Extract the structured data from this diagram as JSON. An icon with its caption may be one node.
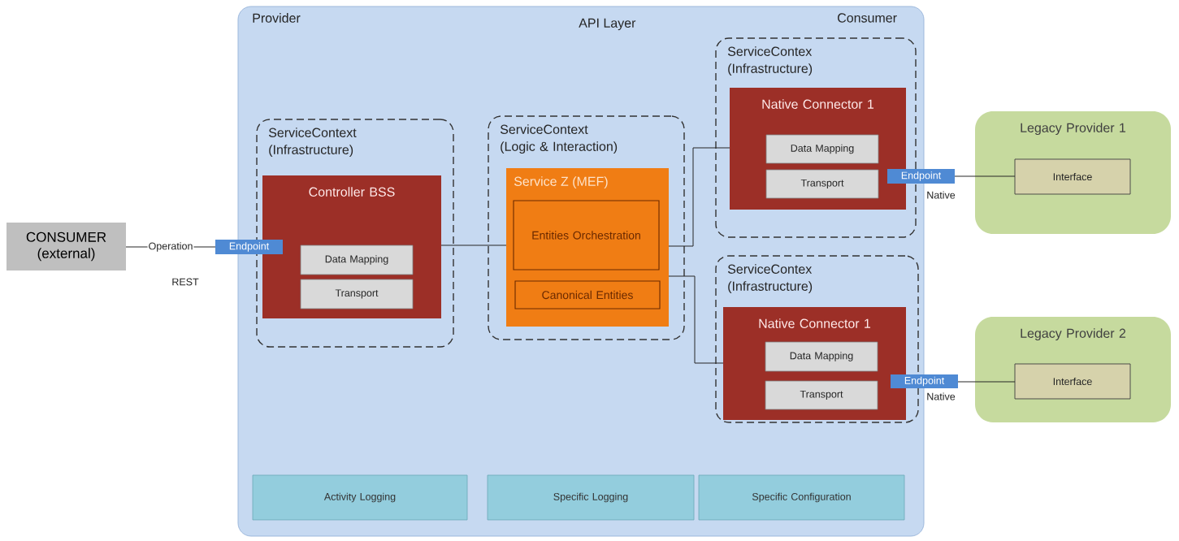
{
  "diagram": {
    "nodes": [
      {
        "text": [
          "CONSUMER (external)"
        ]
      },
      {
        "text": [
          "Provider",
          "API Layer",
          "Consumer"
        ]
      },
      {
        "text": [
          "ServiceContext (Infrastructure)"
        ],
        "in": 1
      },
      {
        "text": [
          "Controller BSS"
        ],
        "in": 2
      },
      {
        "text": [
          "Data Mapping"
        ],
        "in": 3
      },
      {
        "text": [
          "Transport"
        ],
        "in": 3
      },
      {
        "text": [
          "Endpoint"
        ]
      },
      {
        "text": [
          "ServiceContext (Logic & Interaction)"
        ],
        "in": 1
      },
      {
        "text": [
          "Service Z (MEF)"
        ],
        "in": 7
      },
      {
        "text": [
          "Entities Orchestration"
        ],
        "in": 8
      },
      {
        "text": [
          "Canonical Entities"
        ],
        "in": 8
      },
      {
        "text": [
          "ServiceContex (Infrastructure)"
        ],
        "in": 1
      },
      {
        "text": [
          "Native Connector 1"
        ],
        "in": 11
      },
      {
        "text": [
          "Data Mapping"
        ],
        "in": 12
      },
      {
        "text": [
          "Transport"
        ],
        "in": 12
      },
      {
        "text": [
          "Endpoint"
        ]
      },
      {
        "text": [
          "ServiceContex (Infrastructure)"
        ],
        "in": 1
      },
      {
        "text": [
          "Native Connector 1"
        ],
        "in": 16
      },
      {
        "text": [
          "Data Mapping"
        ],
        "in": 17
      },
      {
        "text": [
          "Transport"
        ],
        "in": 17
      },
      {
        "text": [
          "Endpoint"
        ]
      },
      {
        "text": [
          "Activity Logging"
        ],
        "in": 1
      },
      {
        "text": [
          "Specific Logging"
        ],
        "in": 1
      },
      {
        "text": [
          "Specific Configuration"
        ],
        "in": 1
      },
      {
        "text": [
          "Legacy Provider 1"
        ]
      },
      {
        "text": [
          "Interface"
        ],
        "in": 24
      },
      {
        "text": [
          "Legacy Provider 2"
        ]
      },
      {
        "text": [
          "Interface"
        ],
        "in": 26
      }
    ],
    "edges": [
      {
        "from": 0,
        "to": 6,
        "arrow": "none",
        "label": "Operation"
      },
      {
        "from": 3,
        "to": 8,
        "arrow": "none"
      },
      {
        "from": 8,
        "to": 12,
        "arrow": "none"
      },
      {
        "from": 8,
        "to": 17,
        "arrow": "none"
      },
      {
        "from": 15,
        "to": 25,
        "arrow": "none",
        "label": "Native"
      },
      {
        "from": 20,
        "to": 27,
        "arrow": "none",
        "label": "Native"
      }
    ],
    "labels": [
      "REST"
    ]
  }
}
